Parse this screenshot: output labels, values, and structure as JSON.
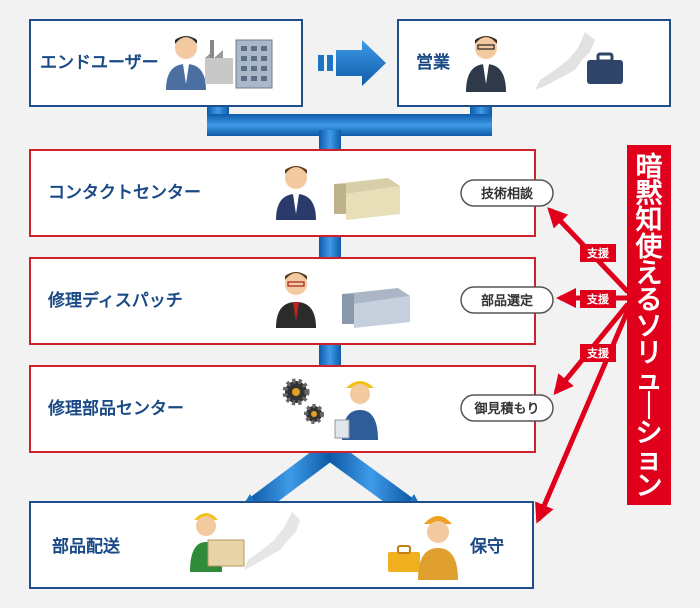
{
  "top_row": {
    "end_user": {
      "label": "エンドユーザー"
    },
    "sales": {
      "label": "営業"
    }
  },
  "departments": [
    {
      "label": "コンタクトセンター",
      "tag": "技術相談"
    },
    {
      "label": "修理ディスパッチ",
      "tag": "部品選定"
    },
    {
      "label": "修理部品センター",
      "tag": "御見積もり"
    }
  ],
  "bottom": {
    "parts_delivery": {
      "label": "部品配送"
    },
    "maintenance": {
      "label": "保守"
    }
  },
  "support_label": "支援",
  "solution_banner": {
    "text": "暗黙知使えるソリューション"
  },
  "colors": {
    "navy_border": "#1f4e8c",
    "red_border": "#d0202a",
    "blue_arrow": "#1c74c4",
    "red_banner": "#e0001b",
    "text_blue": "#1a4a86"
  }
}
